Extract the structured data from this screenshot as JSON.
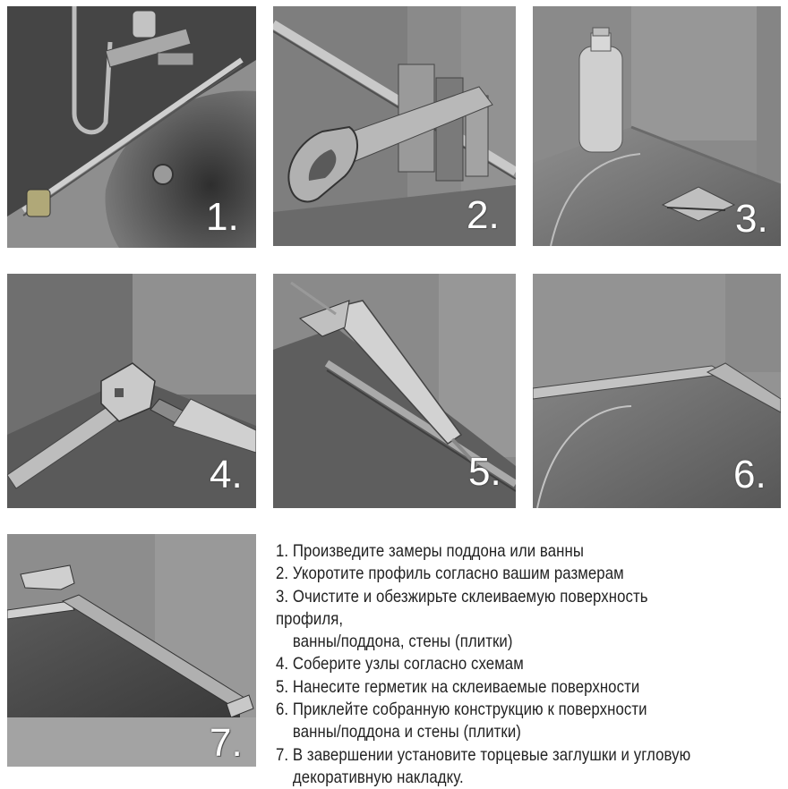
{
  "panels": [
    {
      "id": 1,
      "label": "1."
    },
    {
      "id": 2,
      "label": "2."
    },
    {
      "id": 3,
      "label": "3."
    },
    {
      "id": 4,
      "label": "4."
    },
    {
      "id": 5,
      "label": "5."
    },
    {
      "id": 6,
      "label": "6."
    },
    {
      "id": 7,
      "label": "7."
    }
  ],
  "steps": [
    {
      "num": "1.",
      "text": "Произведите замеры поддона или ванны",
      "cont": ""
    },
    {
      "num": "2.",
      "text": "Укоротите профиль согласно вашим размерам",
      "cont": ""
    },
    {
      "num": "3.",
      "text": "Очистите и обезжирьте склеиваемую поверхность профиля,",
      "cont": "ванны/поддона, стены (плитки)"
    },
    {
      "num": "4.",
      "text": "Соберите узлы согласно схемам",
      "cont": ""
    },
    {
      "num": "5.",
      "text": "Нанесите герметик на склеиваемые поверхности",
      "cont": ""
    },
    {
      "num": "6.",
      "text": "Приклейте собранную конструкцию к поверхности",
      "cont": "ванны/поддона и стены (плитки)"
    },
    {
      "num": "7.",
      "text": "В завершении установите торцевые заглушки и угловую",
      "cont": "декоративную накладку."
    }
  ]
}
